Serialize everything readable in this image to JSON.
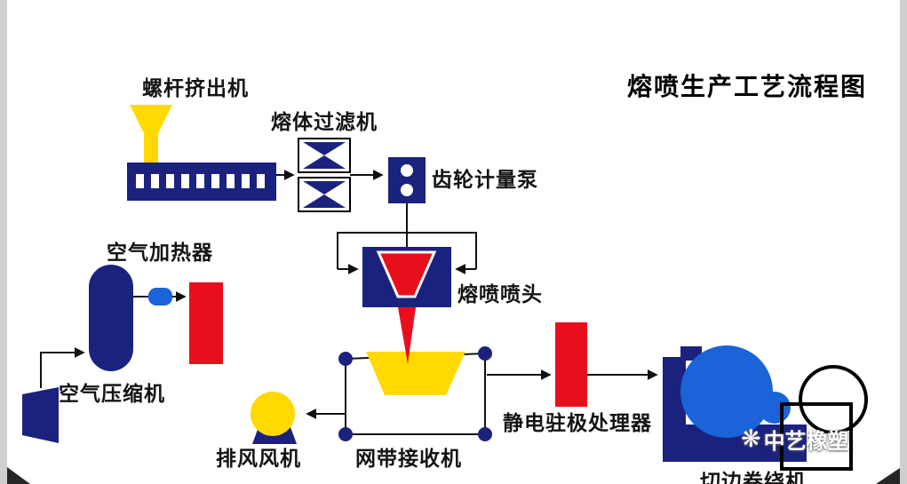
{
  "title": "熔喷生产工艺流程图",
  "machines": {
    "extruder": {
      "label": "螺杆挤出机"
    },
    "melt_filter": {
      "label": "熔体过滤机"
    },
    "gear_pump": {
      "label": "齿轮计量泵"
    },
    "die_head": {
      "label": "熔喷喷头"
    },
    "air_heater": {
      "label": "空气加热器"
    },
    "air_compressor": {
      "label": "空气压缩机"
    },
    "exhaust_fan": {
      "label": "排风风机"
    },
    "belt_receiver": {
      "label": "网带接收机"
    },
    "electret_processor": {
      "label": "静电驻极处理器"
    },
    "winder": {
      "label": "切边卷绕机"
    }
  },
  "watermark": {
    "brand": "中艺橡塑",
    "icon": "snowflake-icon"
  },
  "colors": {
    "navy": "#1b227e",
    "bright_blue": "#1a63d8",
    "red": "#e80f1d",
    "yellow": "#ffd900",
    "line": "#111111",
    "text": "#141414",
    "edge_gray": "#cfcfcf",
    "corner_dark": "#262626"
  }
}
